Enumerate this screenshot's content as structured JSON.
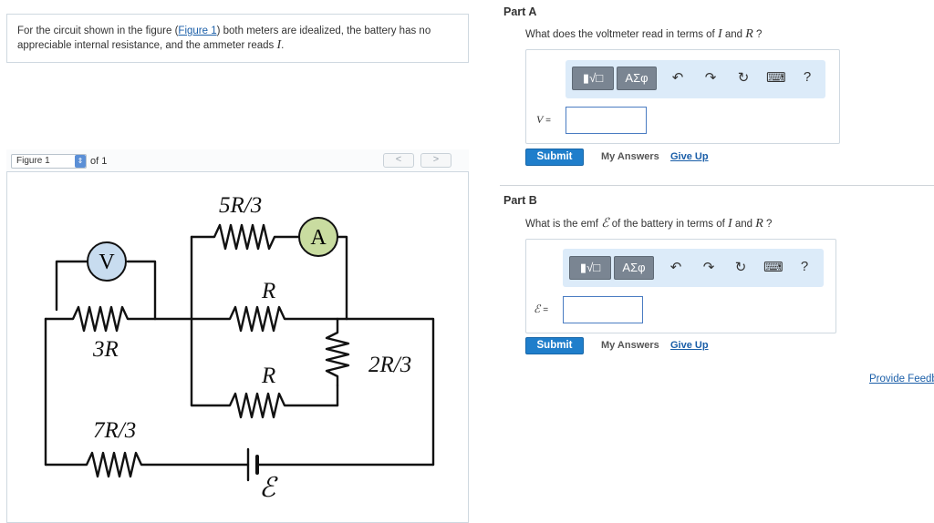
{
  "problem": {
    "text_before_link": "For the circuit shown in the figure (",
    "link_text": "Figure 1",
    "text_after_link": ") both meters are idealized, the battery has no appreciable internal resistance, and the ammeter reads",
    "current_symbol": "I",
    "end": "."
  },
  "figure_nav": {
    "selected": "Figure 1",
    "of_text": "of 1",
    "prev": "<",
    "next": ">"
  },
  "circuit": {
    "r_top": "5R/3",
    "r_mid": "R",
    "r_left": "3R",
    "r_bottom_mid": "R",
    "r_right": "2R/3",
    "r_bottom": "7R/3",
    "voltmeter": "V",
    "ammeter": "A",
    "emf": "ℰ"
  },
  "parts": [
    {
      "title": "Part A",
      "question_before": "What does the voltmeter read in terms of",
      "var1": "I",
      "and": "and",
      "var2": "R",
      "question_end": "?",
      "input_label_var": "V",
      "input_label_eq": "=",
      "input_value": "",
      "submit": "Submit",
      "my_answers": "My Answers",
      "give_up": "Give Up"
    },
    {
      "title": "Part B",
      "question_before": "What is the emf",
      "emf_symbol": "ℰ",
      "question_mid": "of the battery in terms of",
      "var1": "I",
      "and": "and",
      "var2": "R",
      "question_end": "?",
      "input_label_var": "ℰ",
      "input_label_eq": "=",
      "input_value": "",
      "submit": "Submit",
      "my_answers": "My Answers",
      "give_up": "Give Up"
    }
  ],
  "toolbar": {
    "templates": "▮√□",
    "symbols": "ΑΣφ",
    "undo": "↶",
    "redo": "↷",
    "reset": "↻",
    "keyboard": "⌨",
    "help": "?"
  },
  "provide_feedback": "Provide Feedback"
}
